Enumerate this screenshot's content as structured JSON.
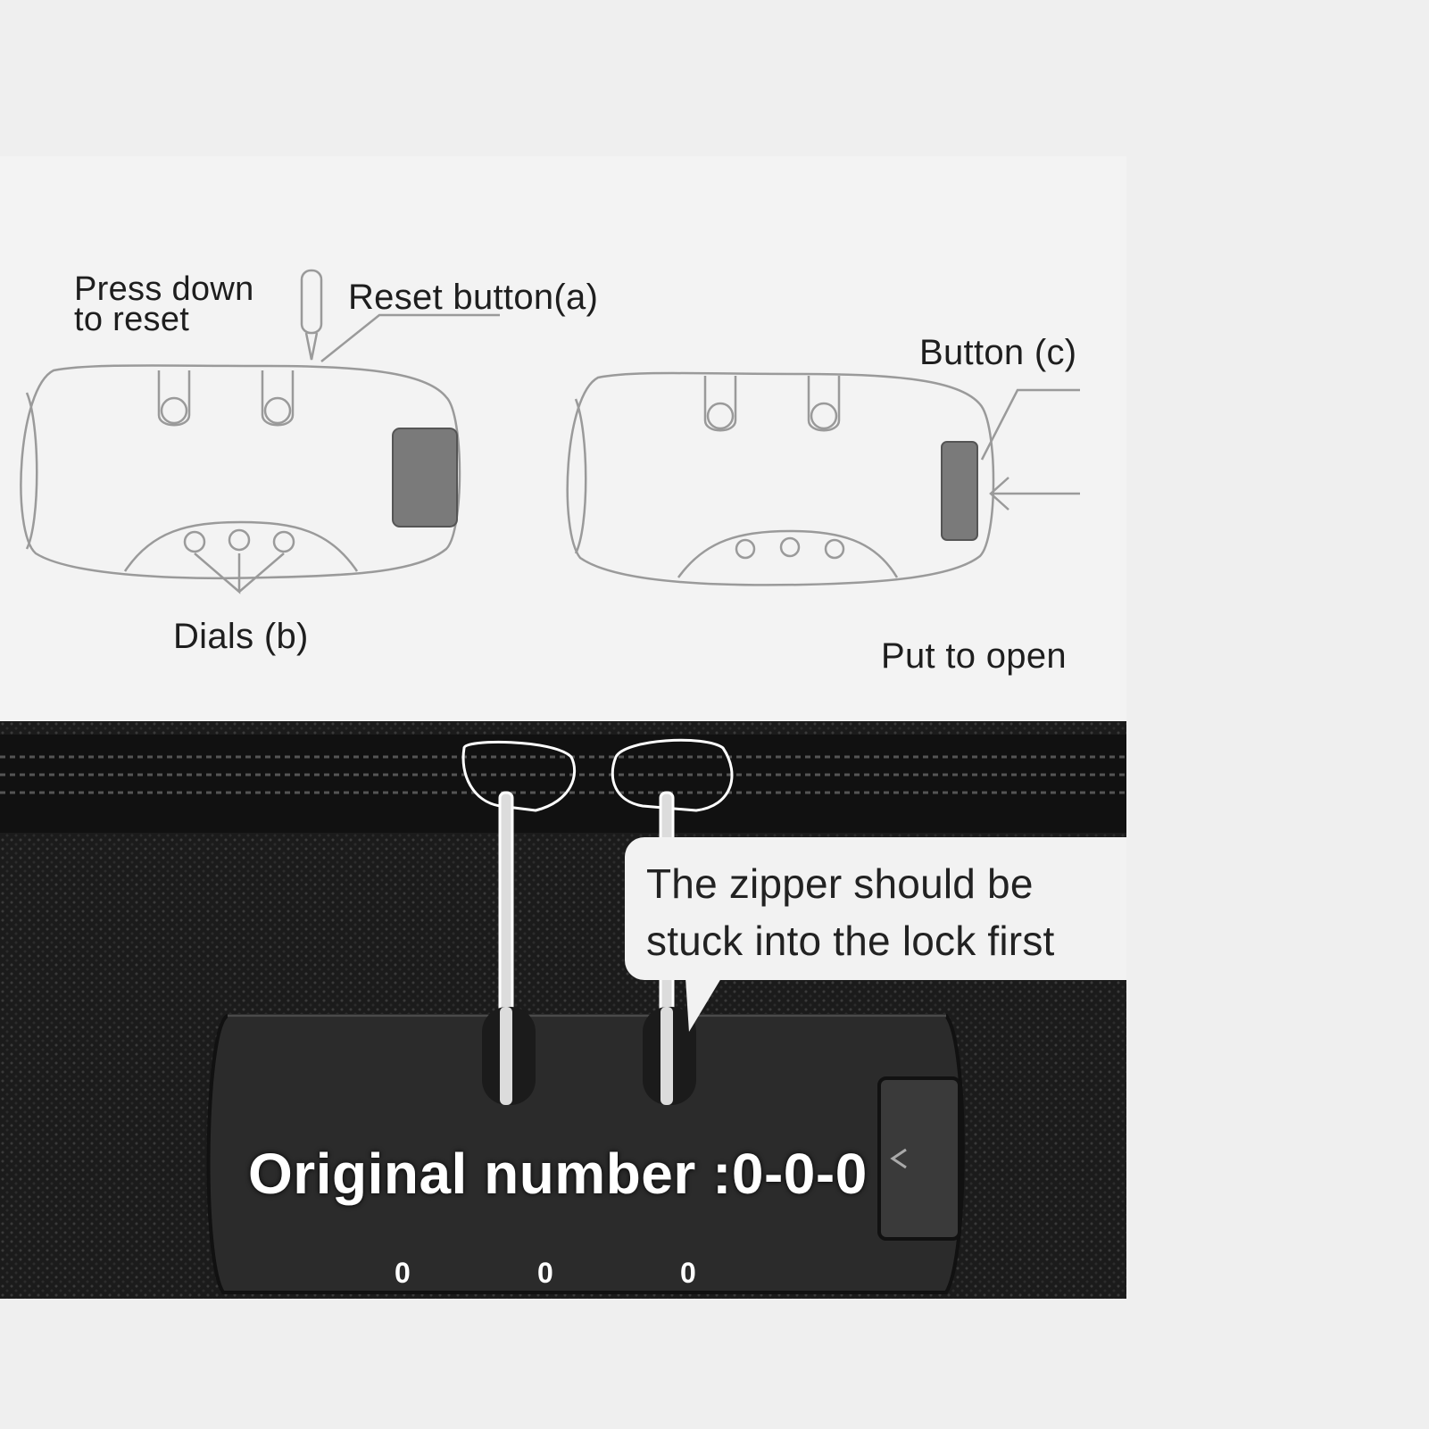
{
  "diagram": {
    "press_down_label": "Press down\nto reset",
    "reset_button_label": "Reset button(a)",
    "dials_label": "Dials  (b)",
    "button_c_label": "Button (c)",
    "put_to_open_label": "Put to open"
  },
  "photo": {
    "callout_text": "The zipper should be\nstuck into the lock first",
    "original_number_label": "Original number :0-0-0",
    "dial_digits": [
      "0",
      "0",
      "0"
    ]
  },
  "colors": {
    "background": "#efefef",
    "diagram_line": "#9a9a9a",
    "button_fill": "#7a7a7a",
    "photo_dark": "#1b1b1b",
    "callout_bg": "#f2f2f2"
  }
}
